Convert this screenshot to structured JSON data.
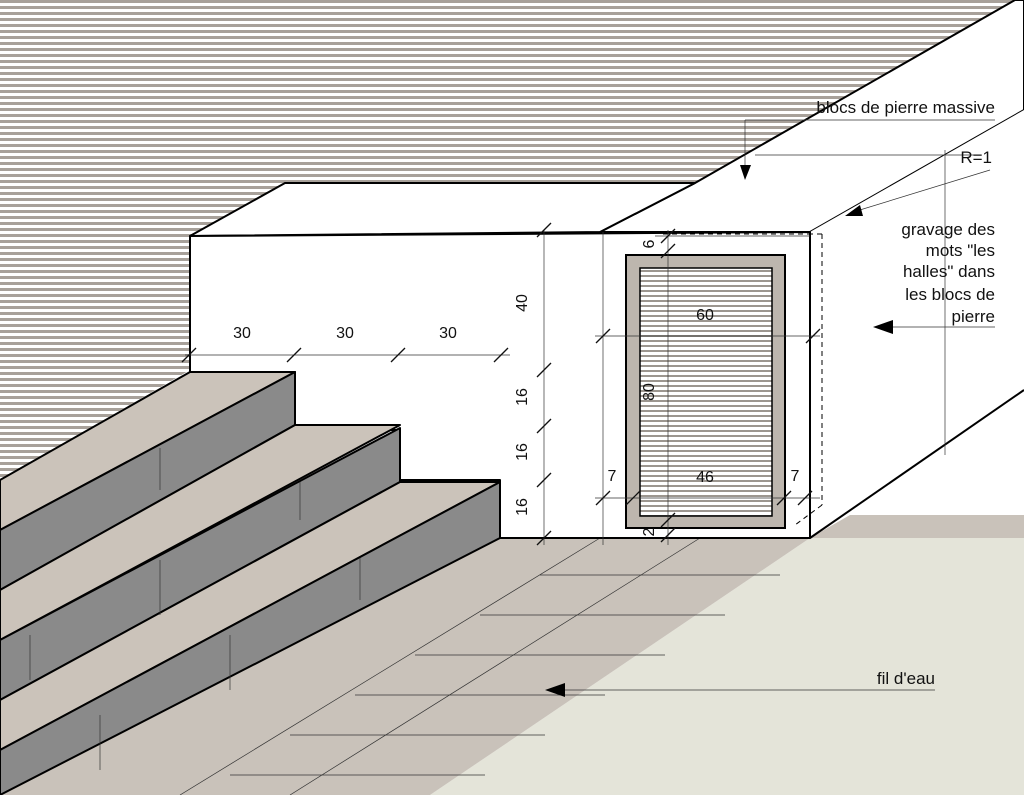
{
  "annotations": {
    "massive_blocks": "blocs de pierre massive",
    "radius": "R=1",
    "engraving": [
      "gravage des",
      "mots \"les",
      "halles\" dans",
      "les blocs de",
      "pierre"
    ],
    "water_line": "fil d'eau"
  },
  "dimensions": {
    "step_depth_1": "30",
    "step_depth_2": "30",
    "step_depth_3": "30",
    "wall_top_height": "40",
    "riser_1": "16",
    "riser_2": "16",
    "riser_3": "16",
    "panel_top_margin": "6",
    "panel_width": "60",
    "panel_height": "80",
    "panel_side_left": "7",
    "panel_inner_width": "46",
    "panel_side_right": "7",
    "panel_bottom_margin": "2"
  },
  "colors": {
    "hatch_background": "#a8a19a",
    "wall": "#ffffff",
    "step_tread": "#cbc3ba",
    "step_riser": "#8a8a8a",
    "paving": "#c9c2ba",
    "lawn": "#e4e4d9",
    "panel_border": "#bdb6ae"
  }
}
